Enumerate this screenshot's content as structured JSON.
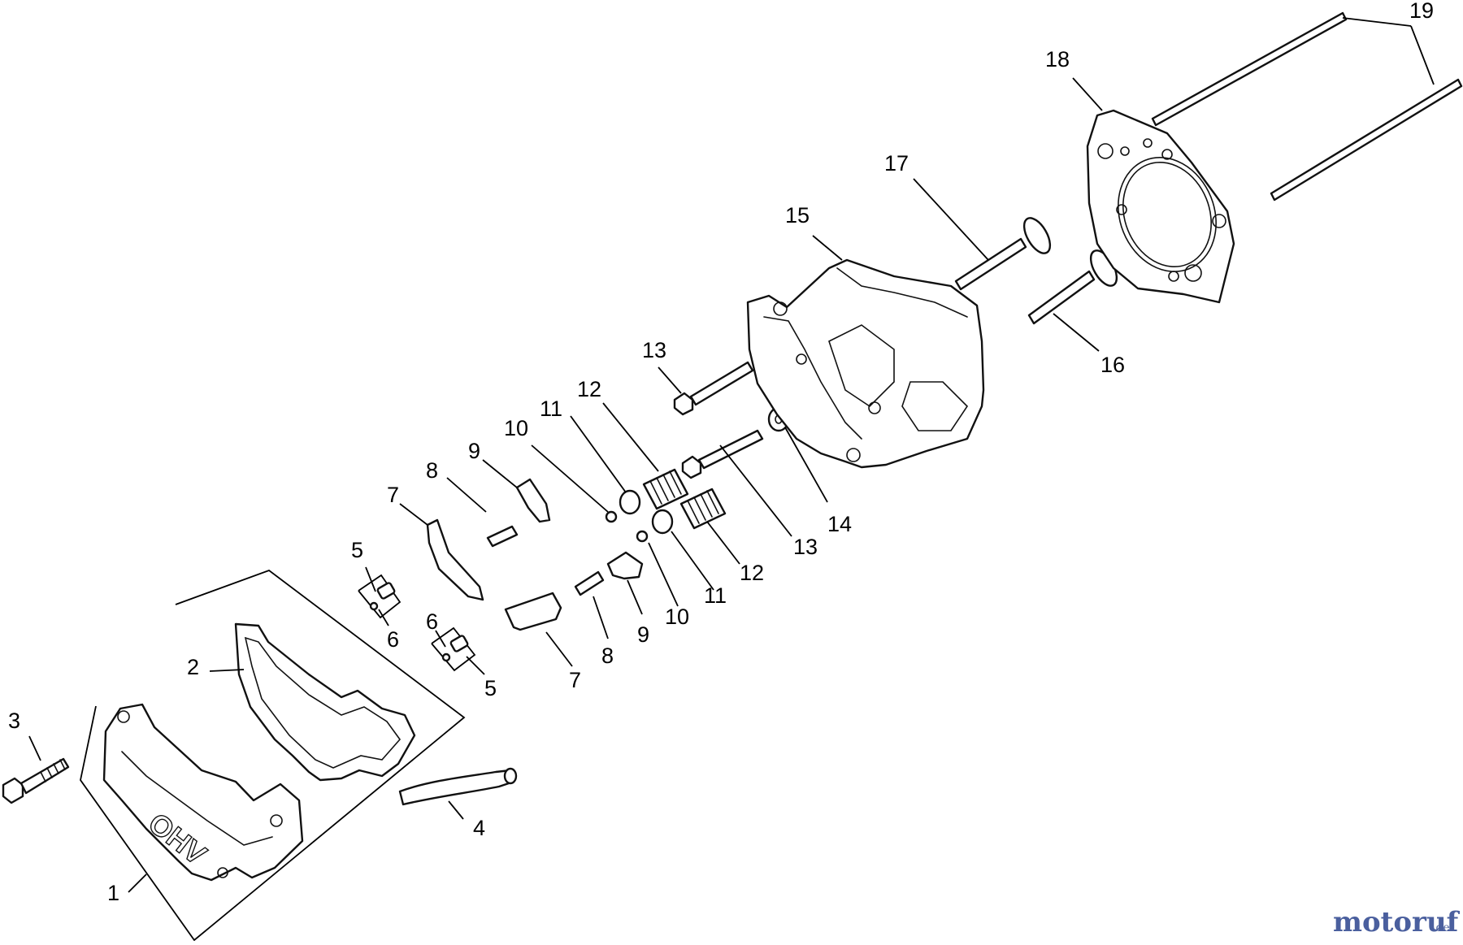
{
  "diagram": {
    "callouts": [
      "1",
      "2",
      "3",
      "4",
      "5",
      "5",
      "6",
      "6",
      "7",
      "7",
      "8",
      "8",
      "9",
      "9",
      "10",
      "10",
      "11",
      "11",
      "12",
      "12",
      "13",
      "13",
      "14",
      "15",
      "16",
      "17",
      "18",
      "19"
    ],
    "stamp_text": "OHV"
  },
  "watermark": {
    "part1": "motoruf",
    "suffix": ".de",
    "colors": [
      "#4a5f9e",
      "#e39b2f"
    ]
  }
}
